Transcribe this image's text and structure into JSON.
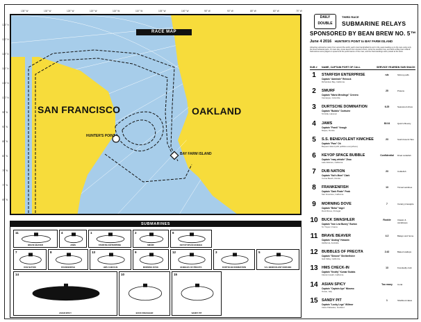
{
  "map": {
    "title": "RACE MAP",
    "places": {
      "sf": "SAN FRANCISCO",
      "oakland": "OAKLAND",
      "hunters_point": "HUNTER'S POINT",
      "bay_farm": "BAY FARM ISLAND"
    },
    "lon_labels_top": [
      "135° W",
      "130° W",
      "125° W",
      "120° W",
      "115° W",
      "110° W",
      "105° W",
      "100° W",
      "95° W",
      "90° W",
      "85° W",
      "80° W",
      "75° W"
    ],
    "lat_labels_left": [
      "125° N",
      "120° N",
      "115° N",
      "110° N",
      "105° N",
      "100° N",
      "95° N",
      "90° N",
      "85° N",
      "80° N",
      "75° N",
      "70° N",
      "65° N"
    ],
    "colors": {
      "land": "#f7dc3b",
      "water": "#a7cdea",
      "route": "#111111"
    }
  },
  "header": {
    "logo_line1": "DAILY",
    "logo_line2": "DOUBLE",
    "race_number": "THIRD RACE",
    "race_title": "SUBMARINE RELAYS",
    "sponsor": "SPONSORED BY BEAN BREW NO. 5™",
    "date": "June 4 2016",
    "route": "HUNTER'S POINT to BAY FARM ISLAND",
    "intro": "Attracting submarine racers from around the world, each crew handcrafted its sub in the years leading up to the race using only the finest artisanal parts. On race day, crews launch from Hunter's Point, circle the southern bay, and dock at Bay Farm Island. Submarines were judged on speed and the performance of the crew, and the final standings were posted at the dock."
  },
  "columns": {
    "num": "SUB #",
    "name": "NAME, CAPTAIN PORT OF CALL",
    "speed": "SERVICE YEARS",
    "fuel": "ON SUB SNACK"
  },
  "subs": [
    {
      "num": "1",
      "name": "STARFISH ENTERPRISE",
      "captain": "Captain \"Admirale\" Reinock",
      "port": "Richardson Bay, California",
      "speed": "n/a",
      "fuel": "Shrimp puffs"
    },
    {
      "num": "2",
      "name": "SMURF",
      "captain": "Captain \"Mario Mendings\" Cervero",
      "port": "Camargue, Colombia",
      "speed": "25",
      "fuel": "Prawns"
    },
    {
      "num": "3",
      "name": "DURTSCHE DOMINATION",
      "captain": "Captain \"Bubblo\" Durtsche",
      "port": "St Gilde, Hanover",
      "speed": "6.25",
      "fuel": "Seasoned olives"
    },
    {
      "num": "4",
      "name": "JAWS",
      "captain": "Captain \"Frank\" Vrough",
      "port": "Mapes, Florida",
      "speed": "80.04",
      "fuel": "Quint's Bounty"
    },
    {
      "num": "5",
      "name": "S.S. BENEVOLENT KIMCHEE",
      "captain": "Captain \"Pam\" Oh",
      "port": "Bequest Island (with pebbles everywhere)",
      "speed": "23",
      "fuel": "Sushi bowl & Taro"
    },
    {
      "num": "6",
      "name": "KEYOP SPACE BUBBLE",
      "captain": "Captain \"easy whistle\" Zhao",
      "port": "Lake Elsinore, California",
      "speed": "Confidential",
      "fuel": "Dried cuttlefish"
    },
    {
      "num": "7",
      "name": "DUB NATION",
      "captain": "Captain \"Kai's Mom\" Clark",
      "port": "Cocoa Beach, Florida",
      "speed": "23",
      "fuel": "Cuttlefish"
    },
    {
      "num": "8",
      "name": "FRANKENFISH",
      "captain": "Captain \"Dark Pirate\" Peab",
      "port": "San Francisco, California",
      "speed": "13",
      "fuel": "Tinned sardines"
    },
    {
      "num": "9",
      "name": "MORNING DOVE",
      "captain": "Captain \"Beba\" Vagel",
      "port": "Rock Rimes, Portugal",
      "speed": "7",
      "fuel": "Canary pineapple"
    },
    {
      "num": "10",
      "name": "BUCK SWASHLER",
      "captain": "Captain \"Iron Lew Bunny\" Burton",
      "port": "St. Tropez, France",
      "speed": "Rookie",
      "fuel": "Classic & cantaloupe"
    },
    {
      "num": "11",
      "name": "BRAVE BEAVER",
      "captain": "Captain \"Analog\" Howarm",
      "port": "Halifaxvia, Australia",
      "speed": "4.2",
      "fuel": "Balayo and home"
    },
    {
      "num": "12",
      "name": "BUBBLES OF PRECITA",
      "captain": "Captain \"Simone\" Shellenfisher",
      "port": "Galt Valley, California",
      "speed": "2.42",
      "fuel": "Baked scallops"
    },
    {
      "num": "13",
      "name": "HMS CHECK-IN",
      "captain": "Captain \"Knotty\" Kumar Stubbs",
      "port": "Clanton Heath, California",
      "speed": "13",
      "fuel": "Knockedly crab"
    },
    {
      "num": "14",
      "name": "ASIAN SPICY",
      "captain": "Captain \"Captain Ayo\" Mizumo",
      "port": "Ocean, Italy",
      "speed": "Too many",
      "fuel": "Coral"
    },
    {
      "num": "15",
      "name": "SANDY PIT",
      "captain": "Captain \"Lucky Legs\" Willmer",
      "port": "Claire Palisades, Scotland",
      "speed": "1",
      "fuel": "Shellfood cakes"
    }
  ],
  "sub_panel": {
    "title": "SUBMARINES",
    "cells": [
      {
        "num": "11",
        "label": "BRAVE BEAVER"
      },
      {
        "num": "4",
        "label": "JAWS"
      },
      {
        "num": "1",
        "label": "STARFISH ENTERPRISE"
      },
      {
        "num": "2",
        "label": "SMURF"
      },
      {
        "num": "6",
        "label": "KEYOP SPACE BUBBLE"
      },
      {
        "num": "7",
        "label": "DUB NATION"
      },
      {
        "num": "8",
        "label": "FRANKENFISH"
      },
      {
        "num": "13",
        "label": "HMS CHECK-IN"
      },
      {
        "num": "9",
        "label": "MORNING DOVE"
      },
      {
        "num": "12",
        "label": "BUBBLES OF PRECITA"
      },
      {
        "num": "3",
        "label": "DURTSCHE DOMINATION"
      },
      {
        "num": "5",
        "label": "S.S. BENEVOLENT KIMCHEE"
      },
      {
        "num": "14",
        "label": "ASIAN SPICY"
      },
      {
        "num": "10",
        "label": "BUCK SWASHLER"
      },
      {
        "num": "15",
        "label": "SANDY PIT"
      }
    ]
  }
}
